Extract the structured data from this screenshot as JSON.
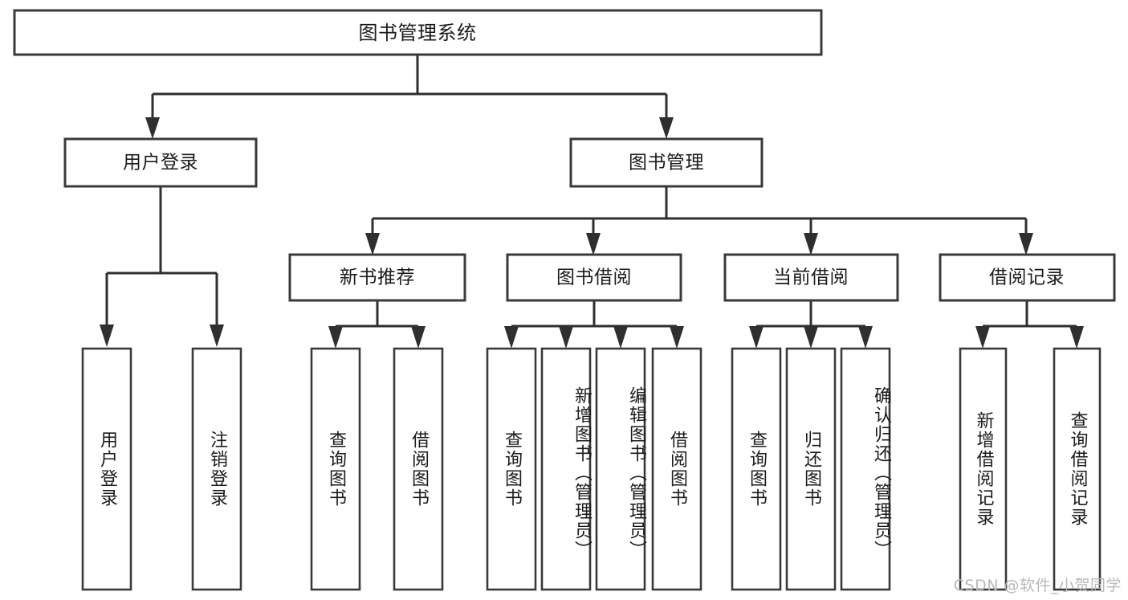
{
  "diagram": {
    "title": "图书管理系统",
    "type": "tree",
    "watermark": "CSDN @软件_小贺同学",
    "colors": {
      "box_stroke": "#3a3a3a",
      "connector": "#2f2f2f",
      "box_fill": "#ffffff",
      "text": "#1b1b1b",
      "watermark": "#b9b9b9",
      "background": "#ffffff"
    },
    "root": {
      "id": "root",
      "label": "图书管理系统",
      "orientation": "horizontal"
    },
    "level2": [
      {
        "id": "user-login",
        "label": "用户登录",
        "orientation": "horizontal"
      },
      {
        "id": "book-manage",
        "label": "图书管理",
        "orientation": "horizontal"
      }
    ],
    "level3": [
      {
        "id": "new-book-recommend",
        "label": "新书推荐",
        "orientation": "horizontal",
        "parent": "book-manage"
      },
      {
        "id": "book-borrow",
        "label": "图书借阅",
        "orientation": "horizontal",
        "parent": "book-manage"
      },
      {
        "id": "current-borrow",
        "label": "当前借阅",
        "orientation": "horizontal",
        "parent": "book-manage"
      },
      {
        "id": "borrow-record",
        "label": "借阅记录",
        "orientation": "horizontal",
        "parent": "book-manage"
      }
    ],
    "leaves": {
      "user-login": [
        {
          "id": "leaf-user-login",
          "label": "用户登录",
          "orientation": "vertical"
        },
        {
          "id": "leaf-user-logout",
          "label": "注销登录",
          "orientation": "vertical"
        }
      ],
      "new-book-recommend": [
        {
          "id": "leaf-query-book-1",
          "label": "查询图书",
          "orientation": "vertical"
        },
        {
          "id": "leaf-borrow-book-1",
          "label": "借阅图书",
          "orientation": "vertical"
        }
      ],
      "book-borrow": [
        {
          "id": "leaf-query-book-2",
          "label": "查询图书",
          "orientation": "vertical"
        },
        {
          "id": "leaf-add-book",
          "label": "新增图书（管理员）",
          "orientation": "vertical"
        },
        {
          "id": "leaf-edit-book",
          "label": "编辑图书（管理员）",
          "orientation": "vertical"
        },
        {
          "id": "leaf-borrow-book-2",
          "label": "借阅图书",
          "orientation": "vertical"
        }
      ],
      "current-borrow": [
        {
          "id": "leaf-query-book-3",
          "label": "查询图书",
          "orientation": "vertical"
        },
        {
          "id": "leaf-return-book",
          "label": "归还图书",
          "orientation": "vertical"
        },
        {
          "id": "leaf-confirm-return",
          "label": "确认归还（管理员）",
          "orientation": "vertical"
        }
      ],
      "borrow-record": [
        {
          "id": "leaf-add-record",
          "label": "新增借阅记录",
          "orientation": "vertical"
        },
        {
          "id": "leaf-query-record",
          "label": "查询借阅记录",
          "orientation": "vertical"
        }
      ]
    }
  }
}
